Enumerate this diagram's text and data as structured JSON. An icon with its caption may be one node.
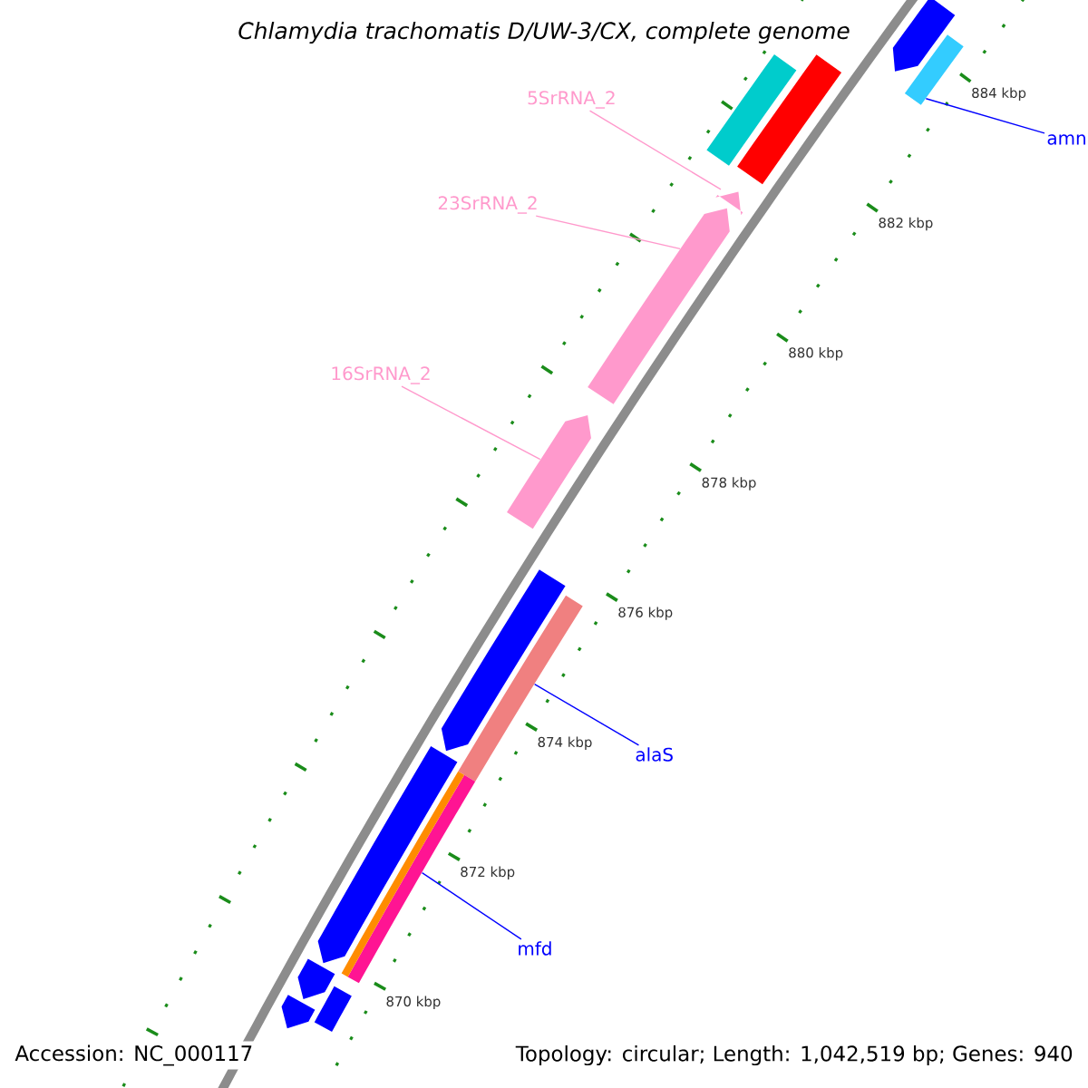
{
  "diagram": {
    "title": "Chlamydia trachomatis D/UW-3/CX, complete genome",
    "nodes": [
      {
        "text": [
          "5SrRNA_2"
        ]
      },
      {
        "text": [],
        "shape": "arrow"
      },
      {
        "text": [
          "23SrRNA_2"
        ]
      },
      {
        "text": [],
        "shape": "arrow"
      },
      {
        "text": [
          "16SrRNA_2"
        ]
      },
      {
        "text": [],
        "shape": "arrow"
      },
      {
        "text": [
          "amn"
        ]
      },
      {
        "text": [],
        "shape": "bar"
      },
      {
        "text": [
          "alaS"
        ]
      },
      {
        "text": [],
        "shape": "bar"
      },
      {
        "text": [
          "mfd"
        ]
      },
      {
        "text": [],
        "shape": "bar"
      },
      {
        "text": [],
        "shape": "bar"
      },
      {
        "text": [],
        "shape": "bar"
      },
      {
        "text": [],
        "shape": "arrow"
      },
      {
        "text": [],
        "shape": "arrow"
      },
      {
        "text": [],
        "shape": "arrow"
      },
      {
        "text": [],
        "shape": "arrow"
      },
      {
        "text": [],
        "shape": "arrow"
      },
      {
        "text": [],
        "shape": "bar"
      },
      {
        "text": [],
        "shape": "bar"
      }
    ],
    "edges": [
      {
        "from": 0,
        "to": 1,
        "arrow": "none",
        "color": "#ff99cc"
      },
      {
        "from": 2,
        "to": 3,
        "arrow": "none",
        "color": "#ff99cc"
      },
      {
        "from": 4,
        "to": 5,
        "arrow": "none",
        "color": "#ff99cc"
      },
      {
        "from": 6,
        "to": 7,
        "arrow": "none",
        "color": "#0000ff"
      },
      {
        "from": 8,
        "to": 9,
        "arrow": "none",
        "color": "#0000ff"
      },
      {
        "from": 10,
        "to": 11,
        "arrow": "none",
        "color": "#0000ff"
      }
    ],
    "labels": [
      "884 kbp",
      "882 kbp",
      "880 kbp",
      "878 kbp",
      "876 kbp",
      "874 kbp",
      "872 kbp",
      "870 kbp",
      "Accession: NC_000117",
      "Topology: circular; Length: 1,042,519 bp; Genes: 940"
    ]
  }
}
